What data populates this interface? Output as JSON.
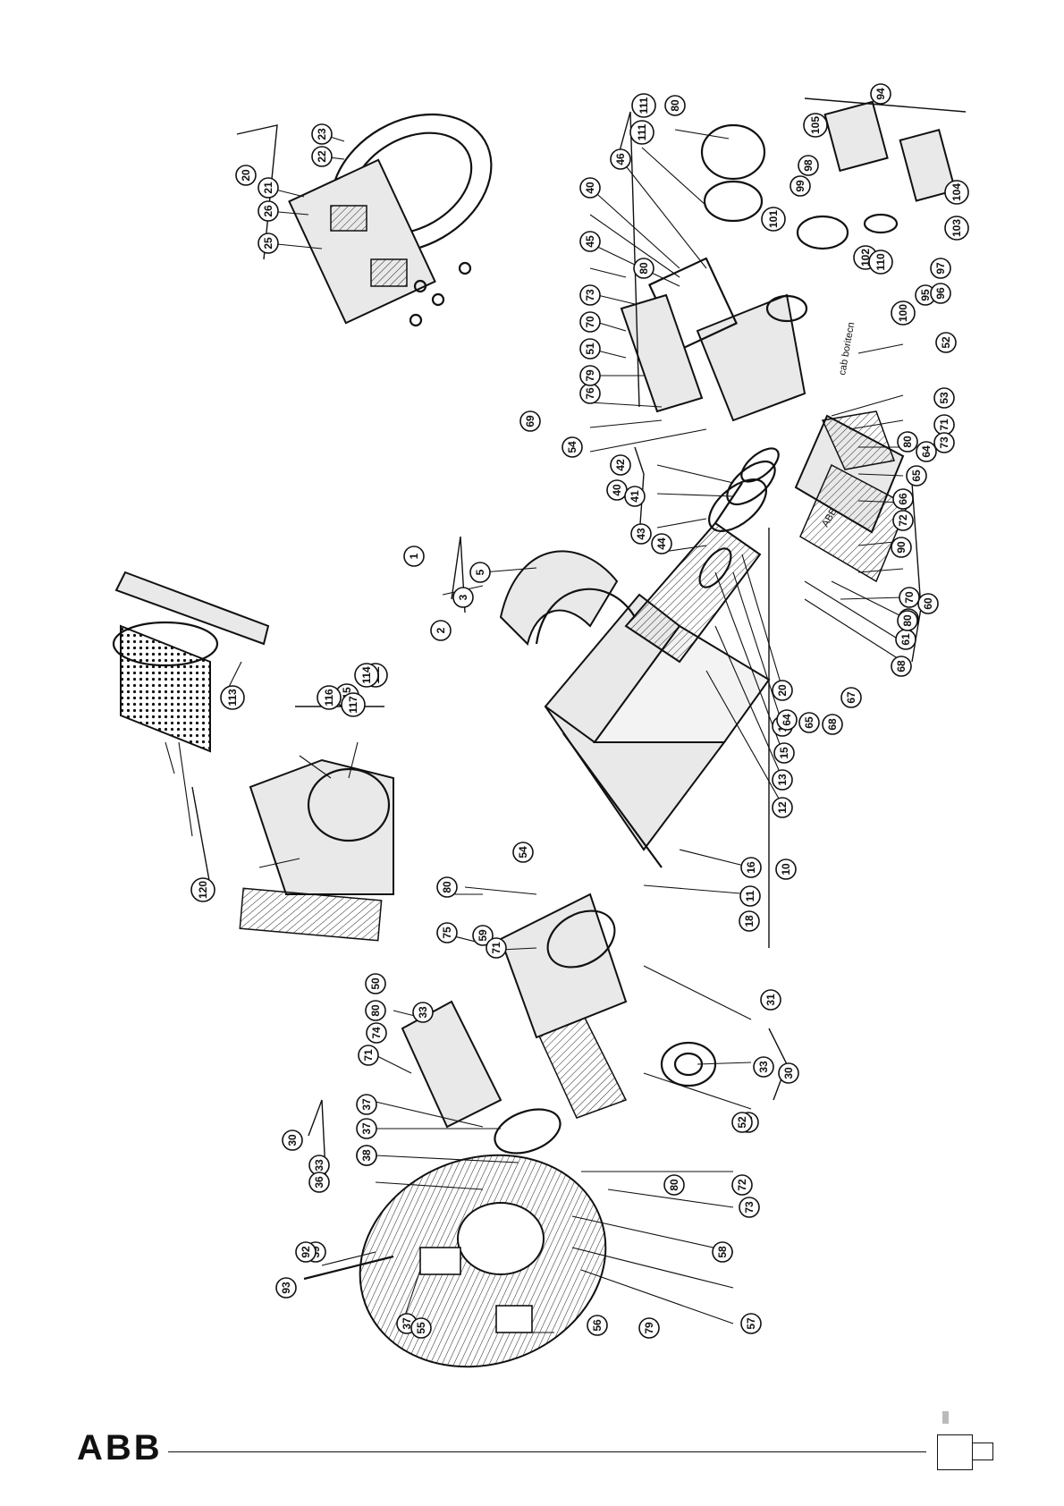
{
  "brand": {
    "logo_text": "ABB",
    "nameplate_text": "ABB"
  },
  "diagram": {
    "callouts": [
      "1",
      "2",
      "3",
      "5",
      "10",
      "11",
      "12",
      "13",
      "15",
      "16",
      "17",
      "18",
      "20",
      "20",
      "21",
      "22",
      "23",
      "25",
      "26",
      "30",
      "30",
      "31",
      "32",
      "33",
      "33",
      "33",
      "36",
      "37",
      "37",
      "37",
      "38",
      "38",
      "39",
      "40",
      "40",
      "41",
      "42",
      "43",
      "44",
      "45",
      "46",
      "50",
      "51",
      "52",
      "52",
      "53",
      "54",
      "54",
      "55",
      "56",
      "57",
      "58",
      "59",
      "60",
      "61",
      "63",
      "64",
      "64",
      "65",
      "65",
      "66",
      "67",
      "68",
      "68",
      "69",
      "70",
      "70",
      "71",
      "71",
      "71",
      "72",
      "72",
      "73",
      "73",
      "73",
      "74",
      "75",
      "76",
      "79",
      "79",
      "80",
      "80",
      "80",
      "80",
      "80",
      "80",
      "80",
      "90",
      "92",
      "93",
      "94",
      "95",
      "96",
      "97",
      "98",
      "99",
      "100",
      "101",
      "102",
      "103",
      "104",
      "105",
      "110",
      "111",
      "111",
      "112",
      "113",
      "114",
      "115",
      "116",
      "117",
      "120"
    ],
    "casting_text": "cab boritecn"
  },
  "colors": {
    "ink": "#111111",
    "paper": "#ffffff",
    "page_marker": "#bbbbbb"
  }
}
